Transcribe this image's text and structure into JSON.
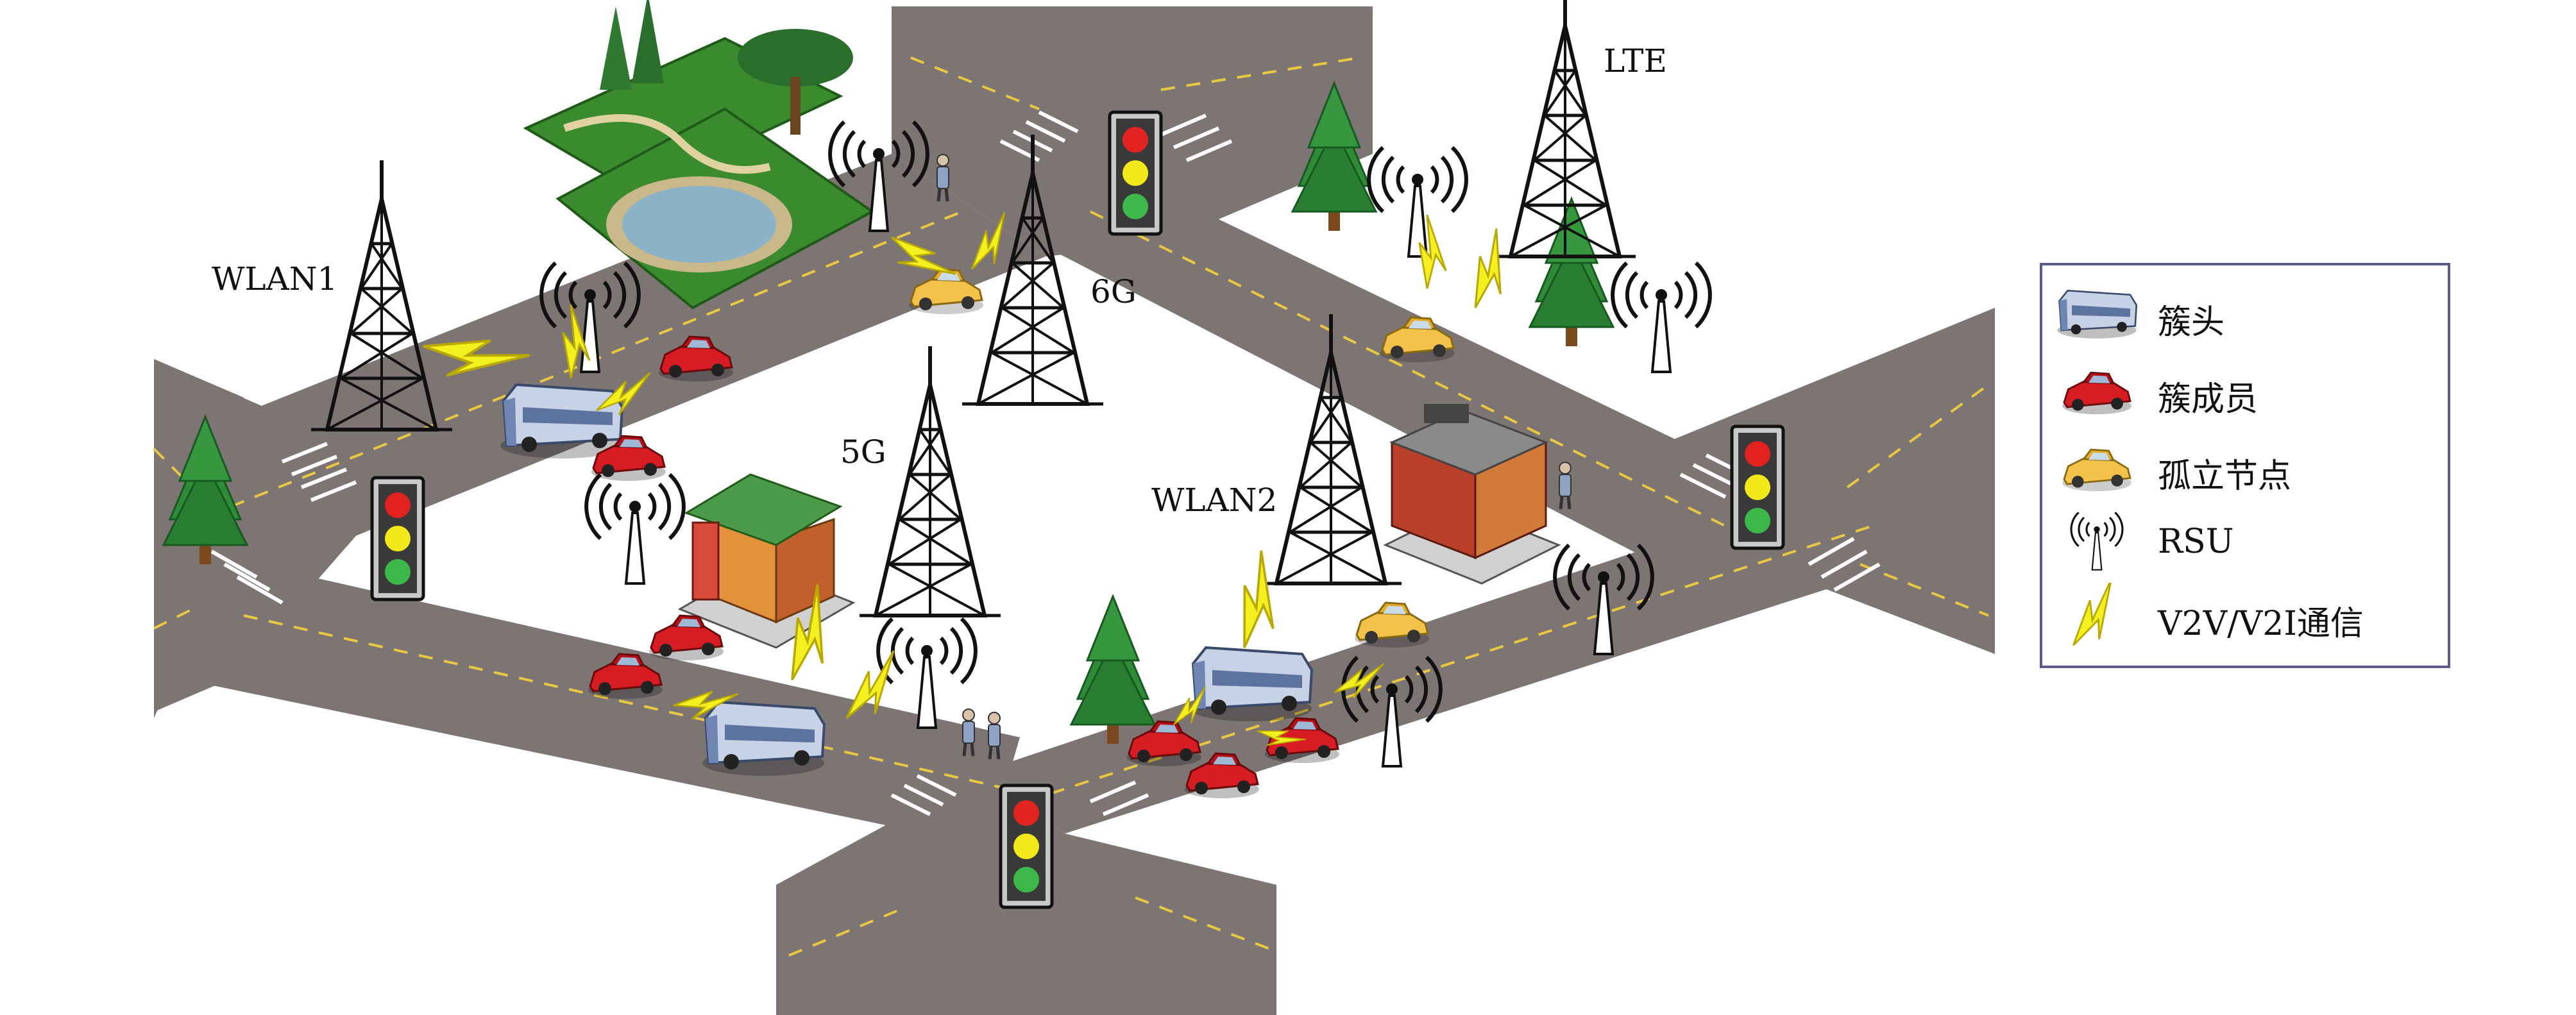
{
  "network_labels": {
    "wlan1": "WLAN1",
    "wlan2": "WLAN2",
    "lte": "LTE",
    "g5": "5G",
    "g6": "6G"
  },
  "legend": {
    "items": [
      {
        "icon": "bus-icon",
        "label": "簇头"
      },
      {
        "icon": "red-car-icon",
        "label": "簇成员"
      },
      {
        "icon": "yellow-car-icon",
        "label": "孤立节点"
      },
      {
        "icon": "rsu-antenna-icon",
        "label": "RSU"
      },
      {
        "icon": "lightning-icon",
        "label": "V2V/V2I通信"
      }
    ]
  },
  "colors": {
    "road": "#7d7474",
    "road_edge": "#5a5252",
    "lane_line": "#e8c840",
    "cluster_member": "#d81c24",
    "isolated_node": "#f2c24a",
    "cluster_head": "#c8d2e6",
    "link": "#f4f020",
    "legend_border": "#5a5a8c"
  }
}
